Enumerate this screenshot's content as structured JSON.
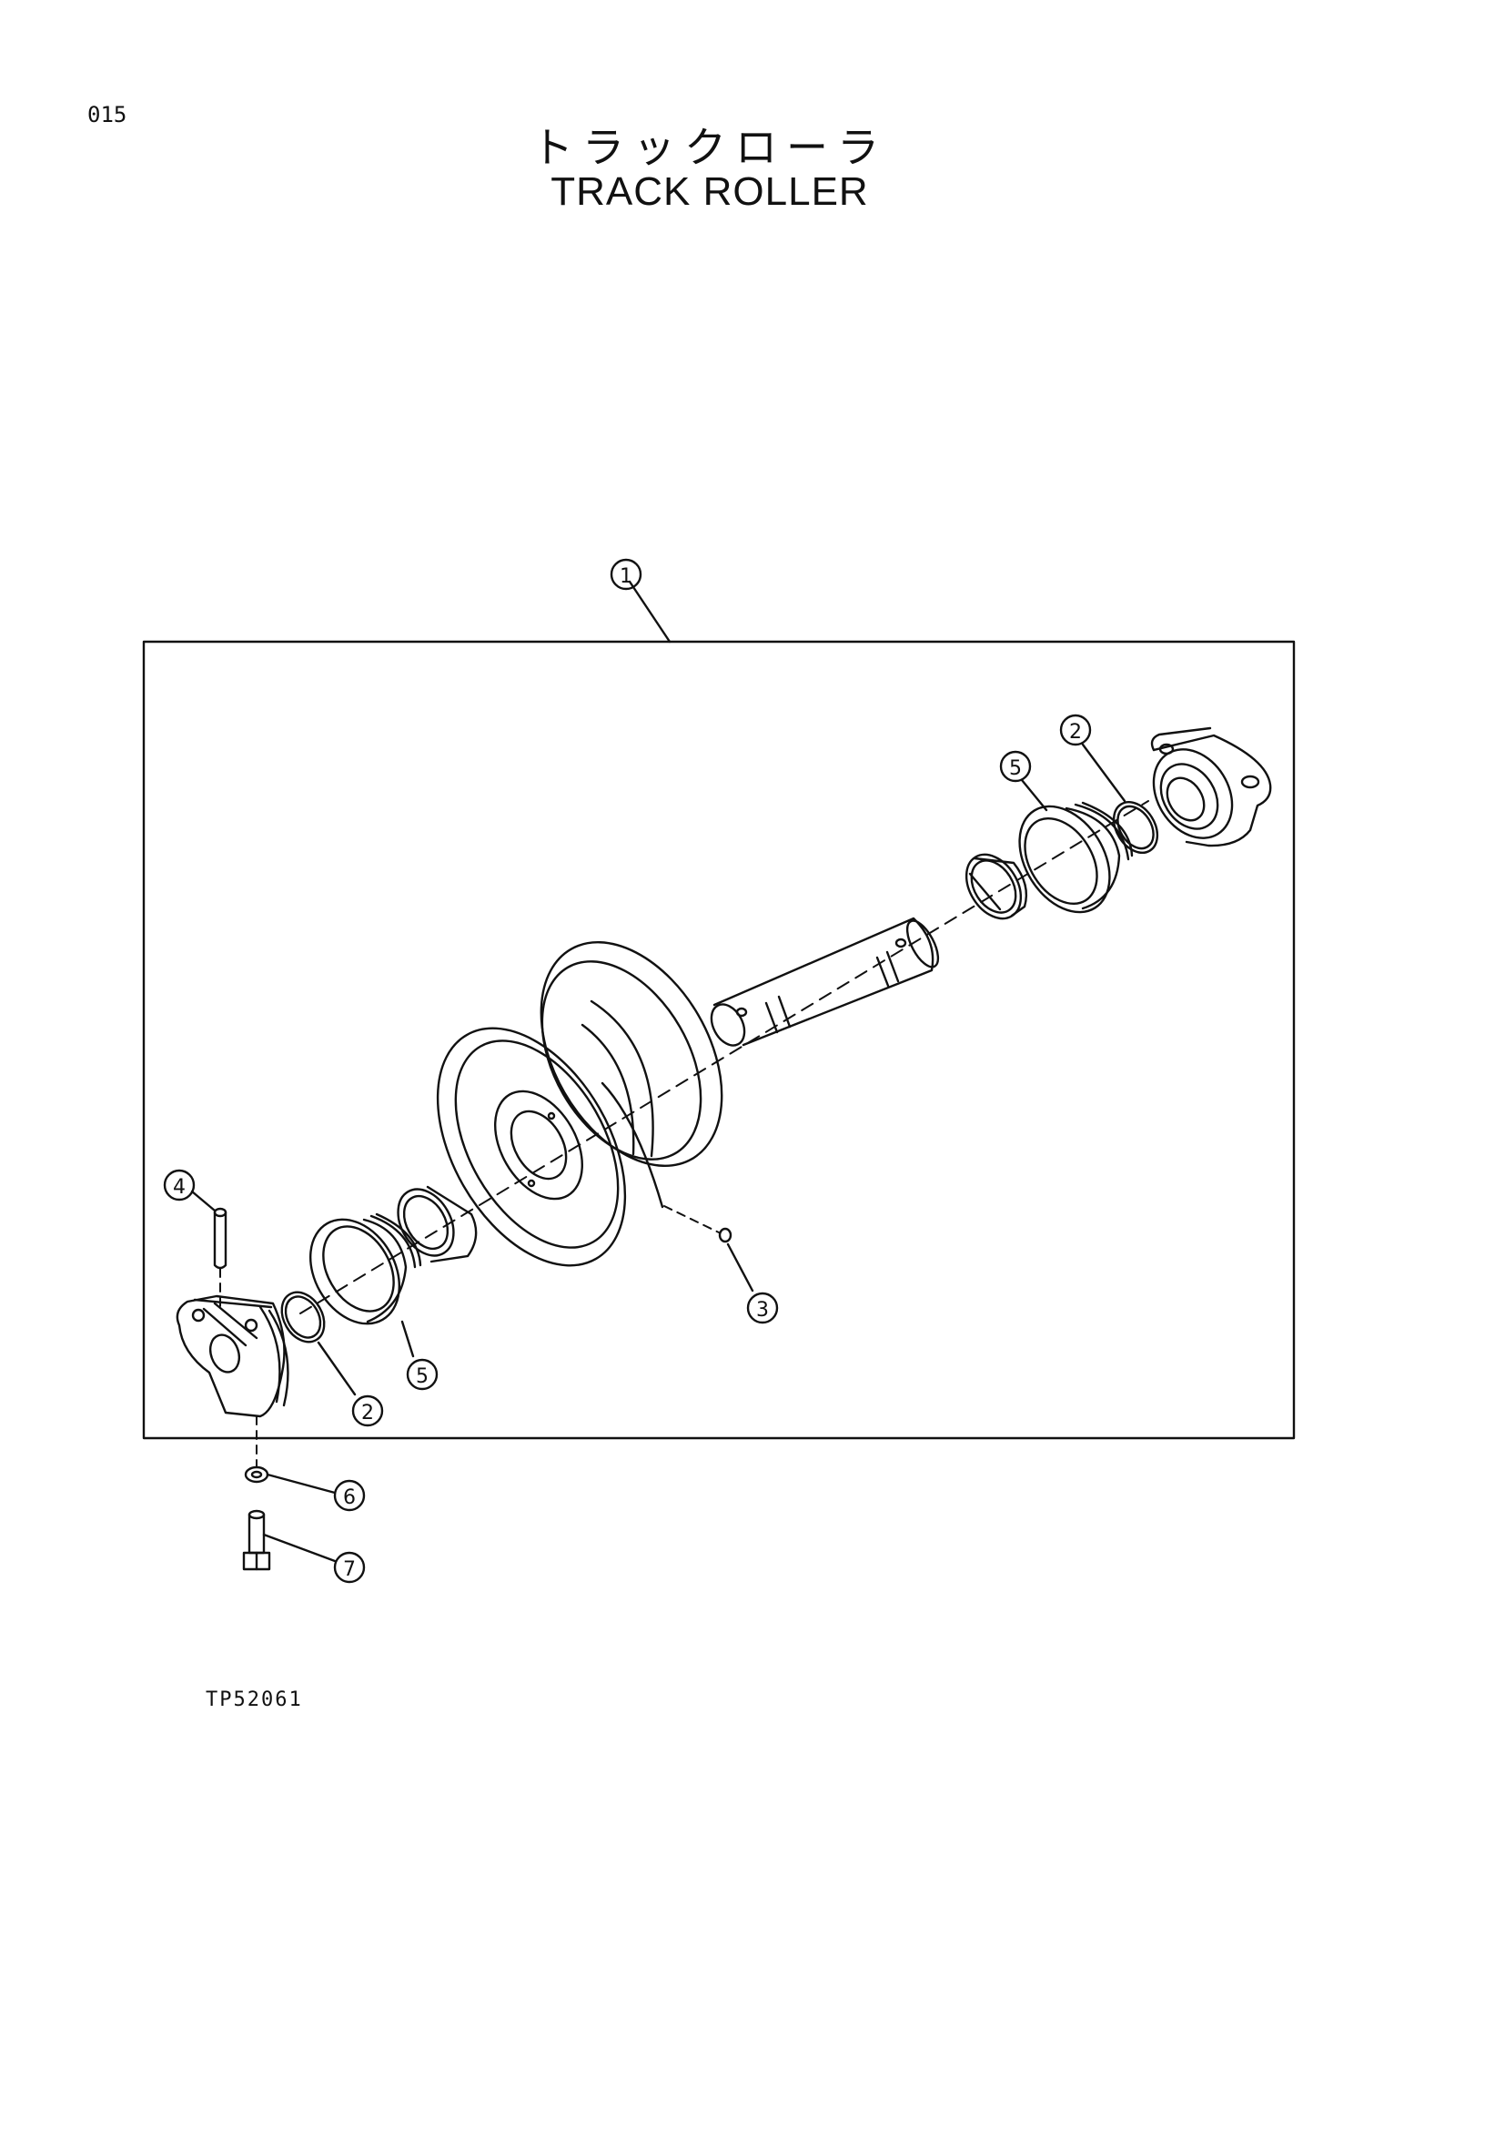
{
  "header": {
    "page_number": "015",
    "title_jp": "トラックローラ",
    "title_en": "TRACK  ROLLER"
  },
  "footer": {
    "figure_code": "TP52061"
  },
  "callouts": [
    {
      "id": "callout-1",
      "label": "1"
    },
    {
      "id": "callout-2-right",
      "label": "2"
    },
    {
      "id": "callout-5-right",
      "label": "5"
    },
    {
      "id": "callout-4",
      "label": "4"
    },
    {
      "id": "callout-3",
      "label": "3"
    },
    {
      "id": "callout-5-left",
      "label": "5"
    },
    {
      "id": "callout-2-left",
      "label": "2"
    },
    {
      "id": "callout-6",
      "label": "6"
    },
    {
      "id": "callout-7",
      "label": "7"
    }
  ]
}
